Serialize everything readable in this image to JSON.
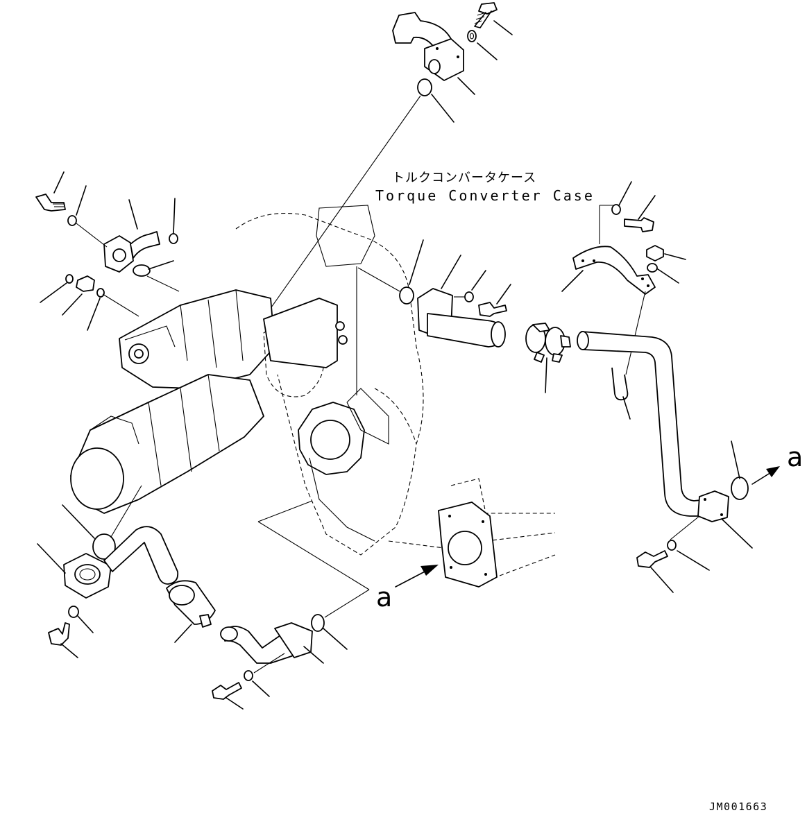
{
  "callout": {
    "jp": "トルクコンバータケース",
    "en": "Torque Converter Case"
  },
  "connection_marks": {
    "right": "a",
    "bottom": "a"
  },
  "drawing_number": "JM001663"
}
